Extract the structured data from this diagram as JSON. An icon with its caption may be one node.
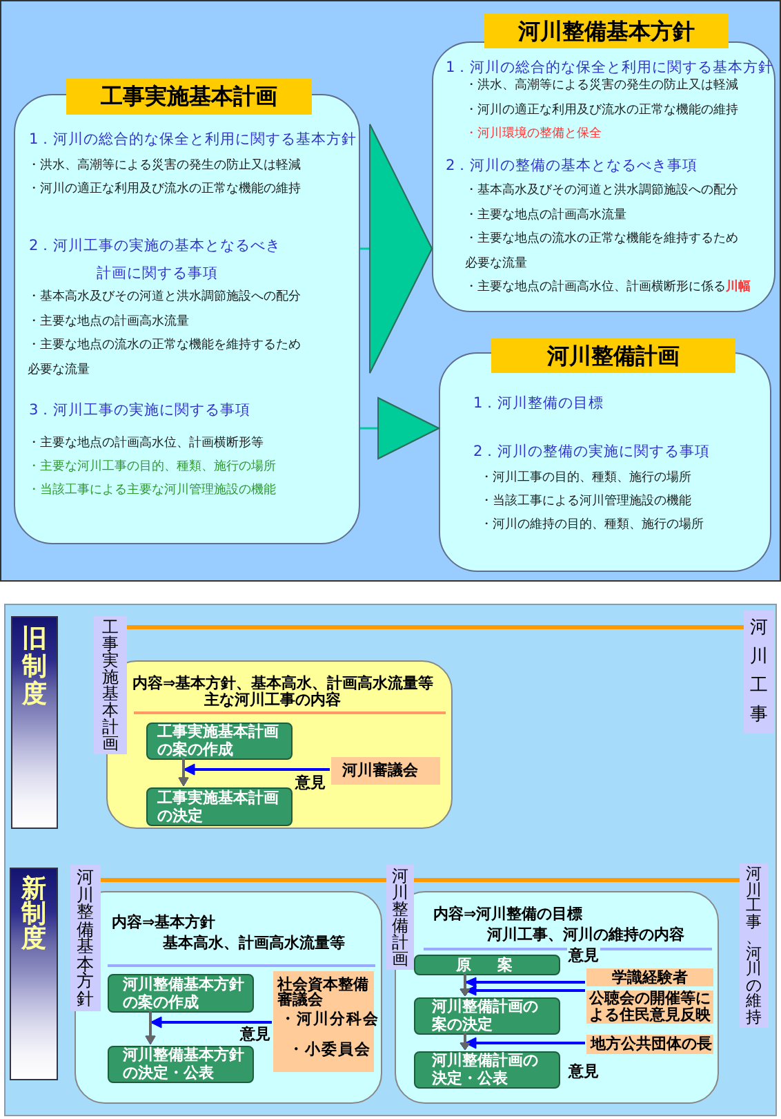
{
  "diagram": {
    "nodes": [
      {
        "text": [
          "工事実施基本計画",
          "1．河川の総合的な保全と利用に関する基本方針",
          "・洪水、高潮等による災害の発生の防止又は軽減",
          "・河川の適正な利用及び流水の正常な機能の維持",
          "2．河川工事の実施の基本となるべき計画に関する事項",
          "・基本高水及びその河道と洪水調節施設への配分",
          "・主要な地点の計画高水流量",
          "・主要な地点の流水の正常な機能を維持するため必要な流量",
          "3．河川工事の実施に関する事項",
          "・主要な地点の計画高水位、計画横断形等",
          "・主要な河川工事の目的、種類、施行の場所",
          "・当該工事による主要な河川管理施設の機能"
        ]
      },
      {
        "text": [
          "河川整備基本方針",
          "1．河川の総合的な保全と利用に関する基本方針",
          "・洪水、高潮等による災害の発生の防止又は軽減",
          "・河川の適正な利用及び流水の正常な機能の維持",
          "・河川環境の整備と保全",
          "2．河川の整備の基本となるべき事項",
          "・基本高水及びその河道と洪水調節施設への配分",
          "・主要な地点の計画高水流量",
          "・主要な地点の流水の正常な機能を維持するため必要な流量",
          "・主要な地点の計画高水位、計画横断形に係る**川幅**"
        ]
      },
      {
        "text": [
          "河川整備計画",
          "1．河川整備の目標",
          "2．河川の整備の実施に関する事項",
          "・河川工事の目的、種類、施行の場所",
          "・当該工事による河川管理施設の機能",
          "・河川の維持の目的、種類、施行の場所"
        ]
      },
      {
        "text": [
          "旧制度"
        ]
      },
      {
        "text": [
          "工事実施基本計画"
        ]
      },
      {
        "text": [
          "河川工事"
        ]
      },
      {
        "text": [
          "内容⇒基本方針、基本高水、計画高水流量等",
          "主な河川工事の内容"
        ]
      },
      {
        "text": [
          "工事実施基本計画の案の作成"
        ],
        "in": 6
      },
      {
        "text": [
          "河川審議会"
        ],
        "in": 6
      },
      {
        "text": [
          "工事実施基本計画の決定"
        ],
        "in": 6
      },
      {
        "text": [
          "新制度"
        ]
      },
      {
        "text": [
          "河川整備基本方針"
        ]
      },
      {
        "text": [
          "河川整備計画"
        ]
      },
      {
        "text": [
          "河川工事、河川の維持"
        ]
      },
      {
        "text": [
          "内容⇒基本方針",
          "基本高水、計画高水流量等"
        ]
      },
      {
        "text": [
          "河川整備基本方針の案の作成"
        ],
        "in": 14
      },
      {
        "text": [
          "社会資本整備審議会",
          "・河川分科会",
          "・小委員会"
        ],
        "in": 14
      },
      {
        "text": [
          "河川整備基本方針の決定・公表"
        ],
        "in": 14
      },
      {
        "text": [
          "内容⇒河川整備の目標",
          "河川工事、河川の維持の内容"
        ]
      },
      {
        "text": [
          "原　案"
        ],
        "in": 18
      },
      {
        "text": [
          "学識経験者"
        ],
        "in": 18
      },
      {
        "text": [
          "公聴会の開催等による住民意見反映"
        ],
        "in": 18
      },
      {
        "text": [
          "河川整備計画の案の決定"
        ],
        "in": 18
      },
      {
        "text": [
          "地方公共団体の長"
        ],
        "in": 18
      },
      {
        "text": [
          "河川整備計画の決定・公表"
        ],
        "in": 18
      }
    ],
    "edges": [
      {
        "from": 0,
        "to": 1,
        "arrow": "to",
        "color": "#00cc99"
      },
      {
        "from": 0,
        "to": 2,
        "arrow": "to",
        "color": "#00cc99"
      },
      {
        "from": 4,
        "to": 5,
        "arrow": "none",
        "color": "#ff9900"
      },
      {
        "from": 7,
        "to": 9,
        "arrow": "to",
        "color": "#666666"
      },
      {
        "from": 8,
        "to": 9,
        "arrow": "to",
        "label": "意見"
      },
      {
        "from": 11,
        "to": 12,
        "arrow": "none",
        "color": "#ff9900"
      },
      {
        "from": 12,
        "to": 13,
        "arrow": "none",
        "color": "#ff9900"
      },
      {
        "from": 15,
        "to": 17,
        "arrow": "to",
        "color": "#666666"
      },
      {
        "from": 16,
        "to": 17,
        "arrow": "to",
        "label": "意見"
      },
      {
        "from": 19,
        "to": 22,
        "arrow": "to",
        "color": "#666666"
      },
      {
        "from": 20,
        "to": 22,
        "arrow": "to",
        "label": "意見"
      },
      {
        "from": 21,
        "to": 22,
        "arrow": "to"
      },
      {
        "from": 22,
        "to": 24,
        "arrow": "to",
        "color": "#666666"
      },
      {
        "from": 23,
        "to": 24,
        "arrow": "to",
        "label": "意見"
      }
    ]
  }
}
